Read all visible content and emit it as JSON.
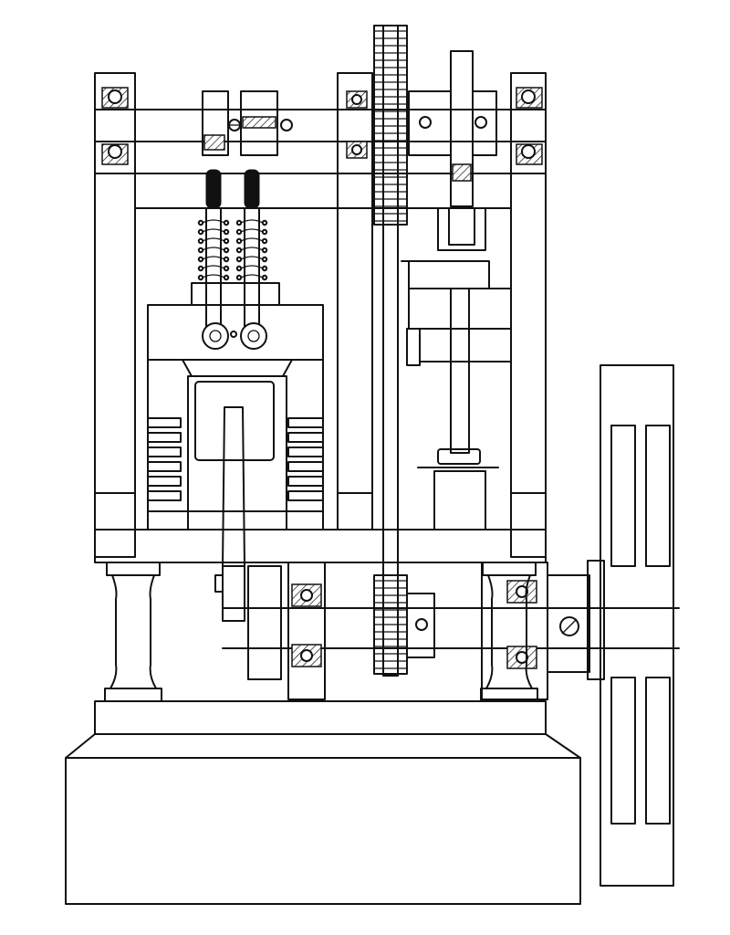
{
  "drawing": {
    "ink_color": "#111111",
    "paper_color": "#ffffff",
    "components": [
      "upper-bearing-housings",
      "valve-rocker-assembly",
      "valve-springs",
      "cylinder-head",
      "cylinder-with-cooling-fins",
      "piston",
      "connecting-rod",
      "camshaft-gear-train",
      "cam-follower-push-rod",
      "crankshaft-bearings",
      "crank-gear",
      "flywheel",
      "support-columns",
      "base-plinth"
    ]
  }
}
